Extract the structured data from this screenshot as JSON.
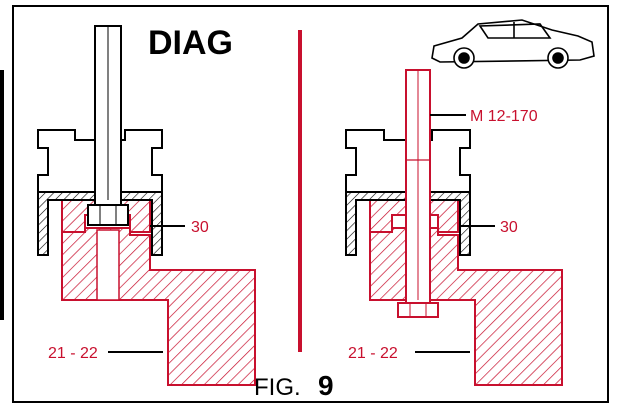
{
  "title": "DIAG",
  "figure": {
    "prefix": "FIG.",
    "number": "9"
  },
  "left": {
    "callout_30": "30",
    "callout_21_22": "21 - 22"
  },
  "right": {
    "callout_bolt": "M 12-170",
    "callout_30": "30",
    "callout_21_22": "21 - 22"
  },
  "colors": {
    "ink": "#000000",
    "accent": "#c8102e"
  },
  "icons": [
    "car-icon"
  ]
}
